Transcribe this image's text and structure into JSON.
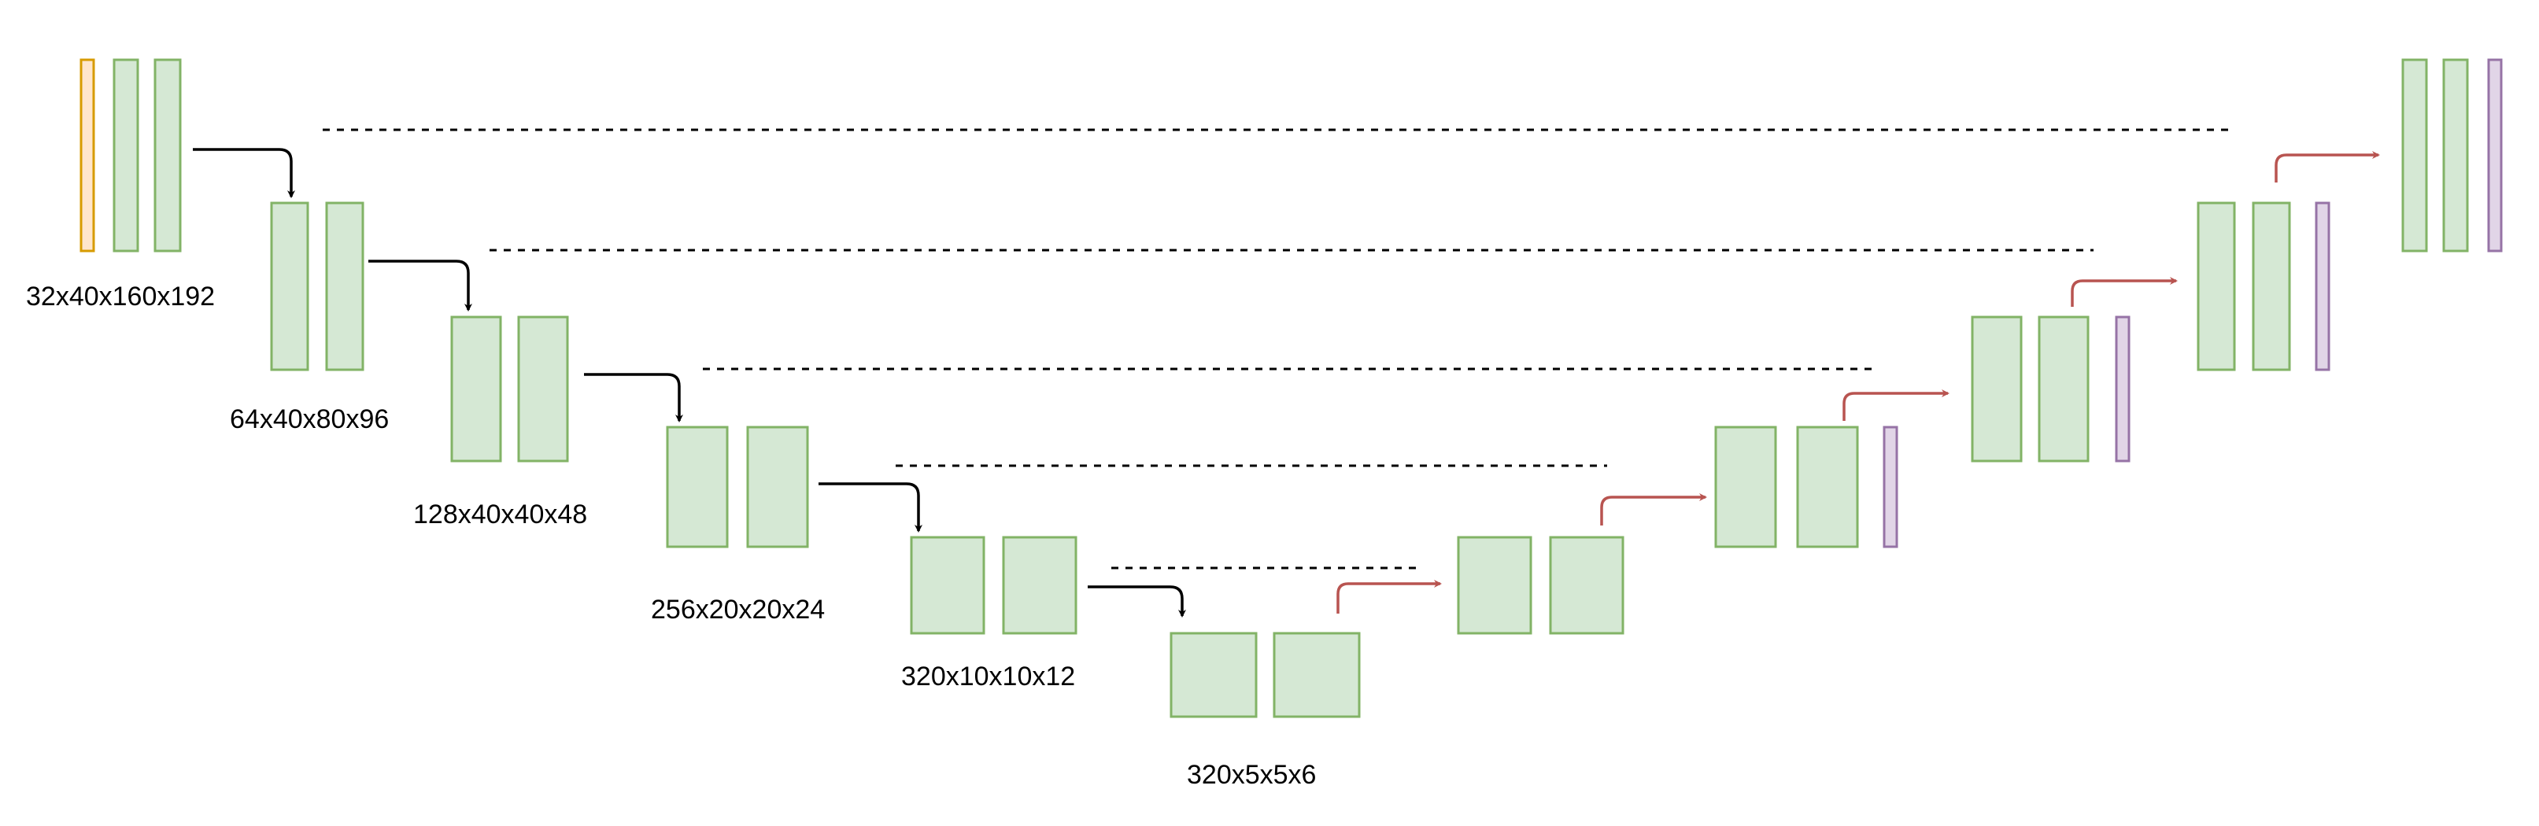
{
  "colors": {
    "block_fill": "#d5e8d4",
    "block_stroke": "#82b366",
    "input_fill": "#ffe6cc",
    "input_stroke": "#d79b00",
    "output_fill": "#e1d5e7",
    "output_stroke": "#9673a6",
    "downsample_arrow": "#000000",
    "upsample_arrow": "#b85450",
    "skip_line": "#000000"
  },
  "encoder_levels": [
    {
      "label": "32x40x160x192"
    },
    {
      "label": "64x40x80x96"
    },
    {
      "label": "128x40x40x48"
    },
    {
      "label": "256x20x20x24"
    },
    {
      "label": "320x10x10x12"
    }
  ],
  "bottleneck": {
    "label": "320x5x5x6"
  }
}
